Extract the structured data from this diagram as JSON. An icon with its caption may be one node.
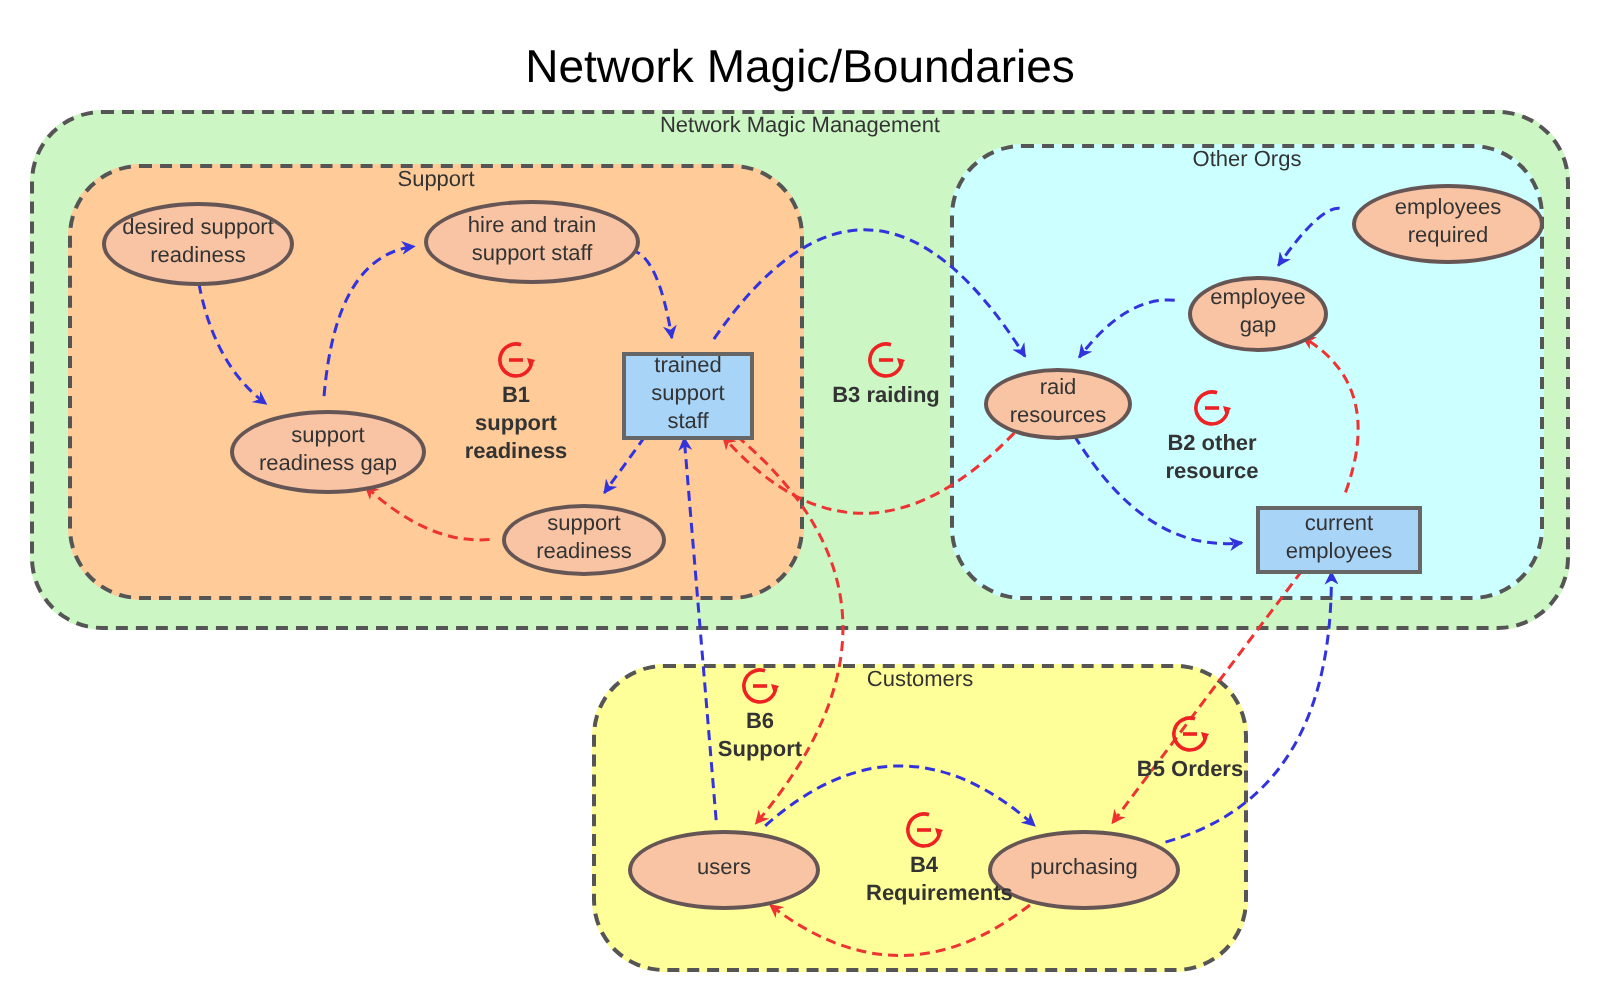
{
  "diagram": {
    "title": "Network Magic/Boundaries",
    "nodes": [
      {
        "text": [
          "Network Magic Management"
        ]
      },
      {
        "text": [
          "Support"
        ],
        "in": 0
      },
      {
        "text": [
          "desired support readiness"
        ],
        "in": 1
      },
      {
        "text": [
          "hire and train support staff"
        ],
        "in": 1
      },
      {
        "text": [
          "support readiness gap"
        ],
        "in": 1
      },
      {
        "text": [
          "support readiness"
        ],
        "in": 1
      },
      {
        "text": [
          "trained support staff"
        ],
        "in": 1
      },
      {
        "text": [
          "Other Orgs"
        ],
        "in": 0
      },
      {
        "text": [
          "employees required"
        ],
        "in": 7
      },
      {
        "text": [
          "employee gap"
        ],
        "in": 7
      },
      {
        "text": [
          "raid resources"
        ],
        "in": 7
      },
      {
        "text": [
          "current employees"
        ],
        "in": 7
      },
      {
        "text": [
          "Customers"
        ]
      },
      {
        "text": [
          "users"
        ],
        "in": 12
      },
      {
        "text": [
          "purchasing"
        ],
        "in": 12
      }
    ],
    "edges": [
      {
        "from": 2,
        "to": 4,
        "arrow": "to"
      },
      {
        "from": 4,
        "to": 3,
        "arrow": "to"
      },
      {
        "from": 3,
        "to": 6,
        "arrow": "to"
      },
      {
        "from": 6,
        "to": 10,
        "arrow": "to"
      },
      {
        "from": 8,
        "to": 9,
        "arrow": "to"
      },
      {
        "from": 9,
        "to": 10,
        "arrow": "to"
      },
      {
        "from": 10,
        "to": 11,
        "arrow": "to"
      },
      {
        "from": 6,
        "to": 5,
        "arrow": "to"
      },
      {
        "from": 13,
        "to": 6,
        "arrow": "to"
      },
      {
        "from": 13,
        "to": 14,
        "arrow": "to"
      },
      {
        "from": 14,
        "to": 11,
        "arrow": "to"
      },
      {
        "from": 5,
        "to": 4,
        "arrow": "to",
        "color": "#ee3333"
      },
      {
        "from": 10,
        "to": 6,
        "arrow": "to",
        "color": "#ee3333"
      },
      {
        "from": 6,
        "to": 13,
        "arrow": "to",
        "color": "#ee3333"
      },
      {
        "from": 11,
        "to": 9,
        "arrow": "to",
        "color": "#ee3333"
      },
      {
        "from": 11,
        "to": 14,
        "arrow": "to",
        "color": "#ee3333"
      },
      {
        "from": 14,
        "to": 13,
        "arrow": "to",
        "color": "#ee3333"
      }
    ],
    "labels": [
      "B1 support readiness",
      "B3 raiding",
      "B2 other resource",
      "B6 Support",
      "B5 Orders",
      "B4 Requirements"
    ]
  }
}
